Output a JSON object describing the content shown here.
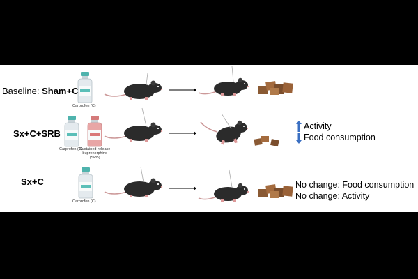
{
  "rows": [
    {
      "label_prefix": "Baseline: ",
      "label_bold": "Sham+C",
      "vials": [
        {
          "caption": "Carprofen (C)"
        }
      ]
    },
    {
      "label_prefix": "",
      "label_bold": "Sx+C+SRB",
      "vials": [
        {
          "caption": "Carprofen (C)"
        },
        {
          "caption_lines": [
            "Sustained-release",
            "buprenorphine",
            "(SRB)"
          ]
        }
      ],
      "outcomes": [
        {
          "direction": "up",
          "text": "Activity"
        },
        {
          "direction": "down",
          "text": "Food consumption"
        }
      ]
    },
    {
      "label_prefix": "",
      "label_bold": "Sx+C",
      "vials": [
        {
          "caption": "Carprofen (C)"
        }
      ],
      "outcomes": [
        {
          "text": "No change: Food consumption"
        },
        {
          "text": "No change: Activity"
        }
      ]
    }
  ],
  "colors": {
    "background": "#000000",
    "panel": "#ffffff",
    "mouse": "#2b2b2b",
    "vial_teal_label": "#5bbfb8",
    "vial_pink": "#e8a6a6",
    "arrow_blue": "#3a6fc2",
    "food": "#8a5a34"
  }
}
